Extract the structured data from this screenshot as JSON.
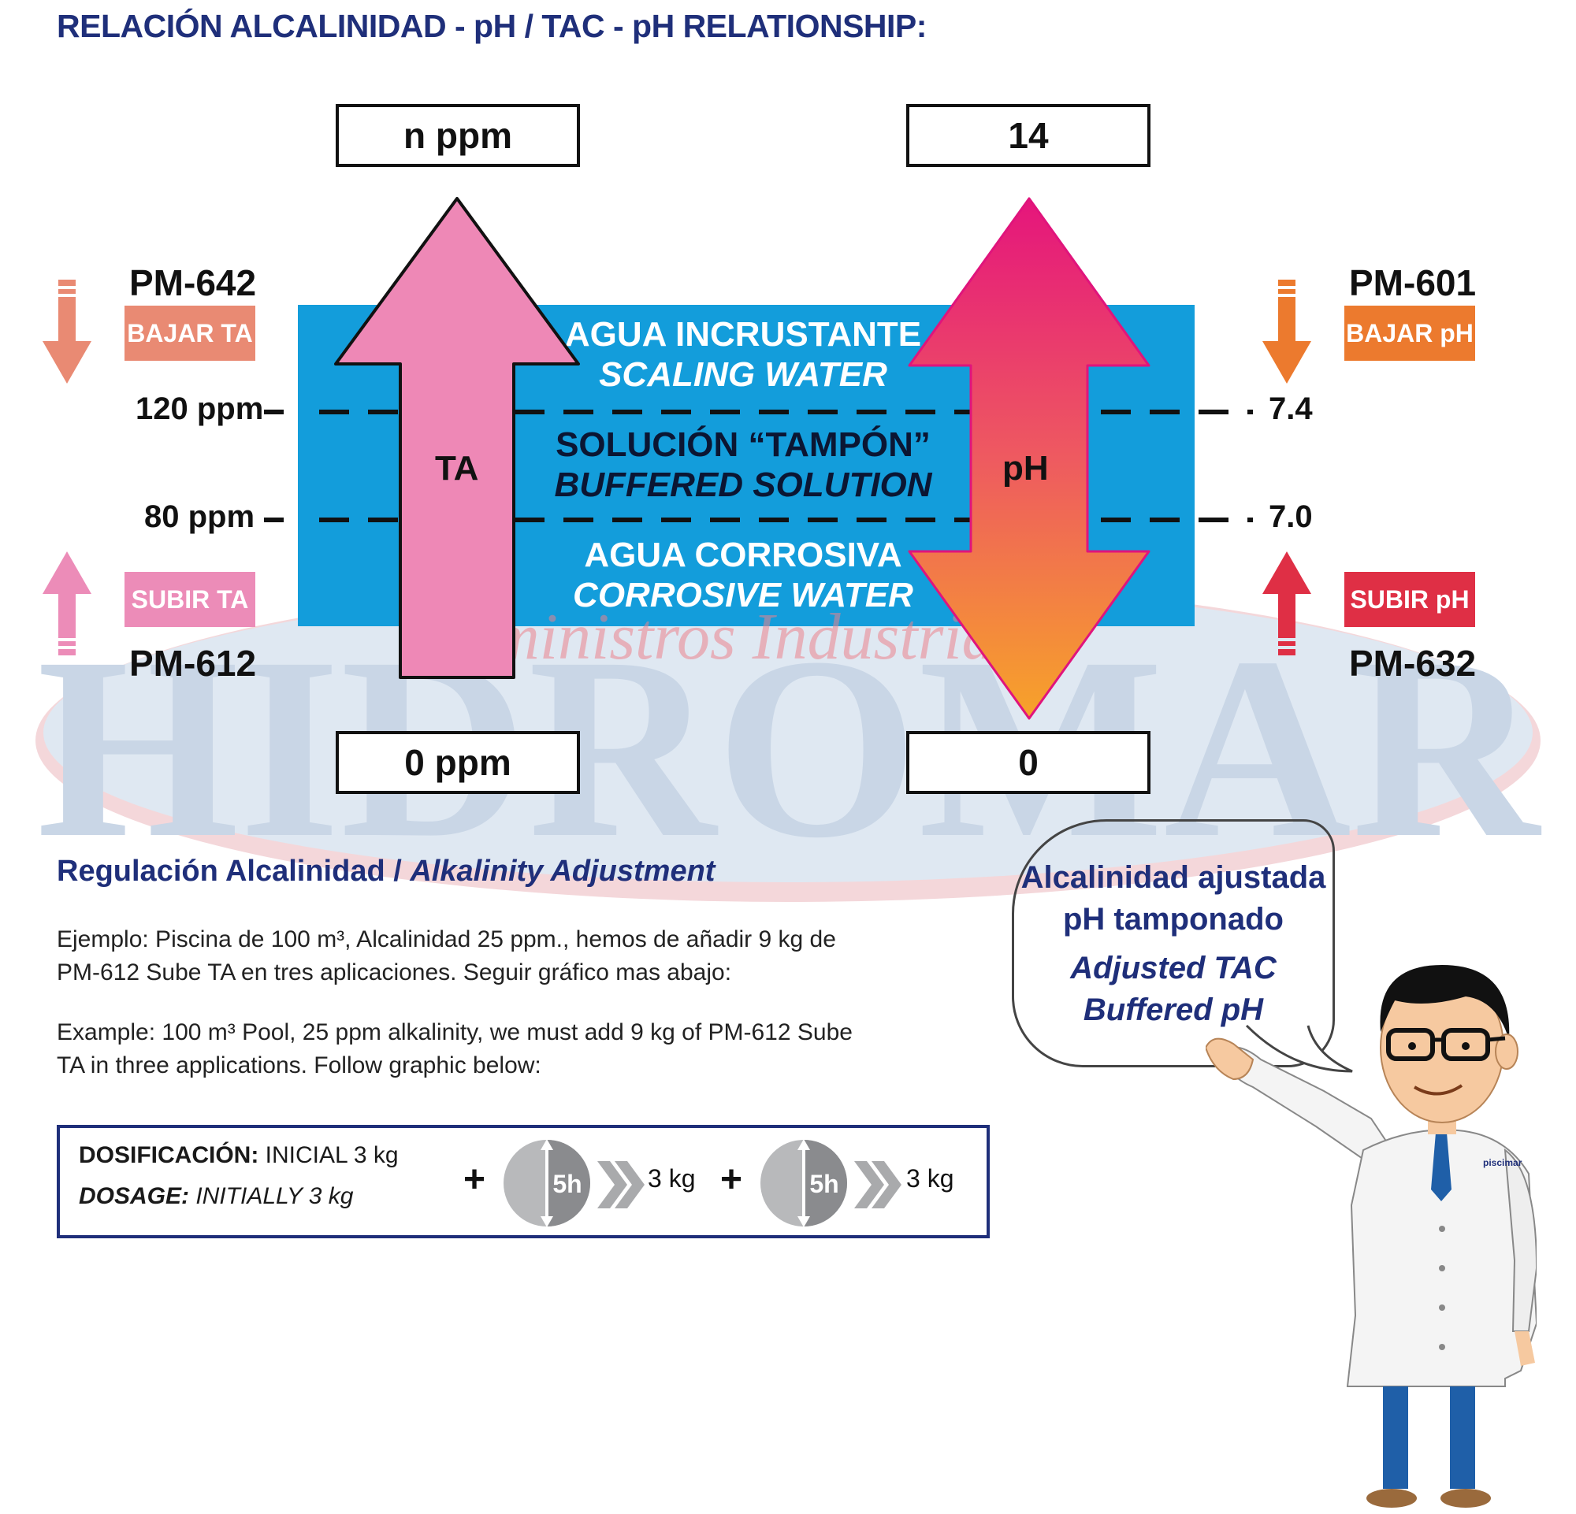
{
  "title": "RELACIÓN ALCALINIDAD - pH / TAC - pH RELATIONSHIP:",
  "watermark": {
    "brand": "HIDROMAR",
    "subtitle": "Suministros Industriales"
  },
  "ta_scale": {
    "top": "n ppm",
    "bottom": "0 ppm",
    "arrow_label": "TA",
    "high_mark": "120 ppm",
    "low_mark": "80 ppm"
  },
  "ph_scale": {
    "top": "14",
    "bottom": "0",
    "arrow_label": "pH",
    "high_mark": "7.4",
    "low_mark": "7.0"
  },
  "zones": {
    "scaling_es": "AGUA INCRUSTANTE",
    "scaling_en": "SCALING WATER",
    "buffered_es": "SOLUCIÓN “TAMPÓN”",
    "buffered_en": "BUFFERED SOLUTION",
    "corrosive_es": "AGUA CORROSIVA",
    "corrosive_en": "CORROSIVE WATER"
  },
  "products": {
    "lower_ta": {
      "code": "PM-642",
      "label": "BAJAR TA",
      "color": "#e98a73"
    },
    "raise_ta": {
      "code": "PM-612",
      "label": "SUBIR TA",
      "color": "#ec8cb8"
    },
    "lower_ph": {
      "code": "PM-601",
      "label": "BAJAR pH",
      "color": "#ec7a2e"
    },
    "raise_ph": {
      "code": "PM-632",
      "label": "SUBIR pH",
      "color": "#df2f45"
    }
  },
  "adjustment": {
    "heading_es": "Regulación Alcalinidad",
    "separator": " / ",
    "heading_en": "Alkalinity Adjustment",
    "example_es_1": "Ejemplo: Piscina de 100 m³, Alcalinidad 25 ppm., hemos de añadir 9 kg de",
    "example_es_2": "PM-612 Sube TA en tres aplicaciones. Seguir gráfico mas abajo:",
    "example_en_1": "Example: 100 m³ Pool, 25 ppm alkalinity, we must add 9 kg of PM-612 Sube",
    "example_en_2": "TA in three applications. Follow graphic below:"
  },
  "dosage": {
    "label_es": "DOSIFICACIÓN:",
    "value_es": " INICIAL 3 kg",
    "label_en": "DOSAGE:",
    "value_en": " INITIALLY 3 kg",
    "plus": "+",
    "wait": "5h",
    "step_amount": "3 kg"
  },
  "bubble": {
    "line1": "Alcalinidad ajustada",
    "line2": "pH tamponado",
    "line3": "Adjusted TAC",
    "line4": "Buffered pH"
  },
  "coat_logo": "piscimar",
  "colors": {
    "navy": "#1f2f7a",
    "blue_panel": "#139ddb",
    "ta_arrow": "#ee88b6",
    "ph_top": "#e5157c",
    "ph_bottom": "#f59a2a"
  }
}
